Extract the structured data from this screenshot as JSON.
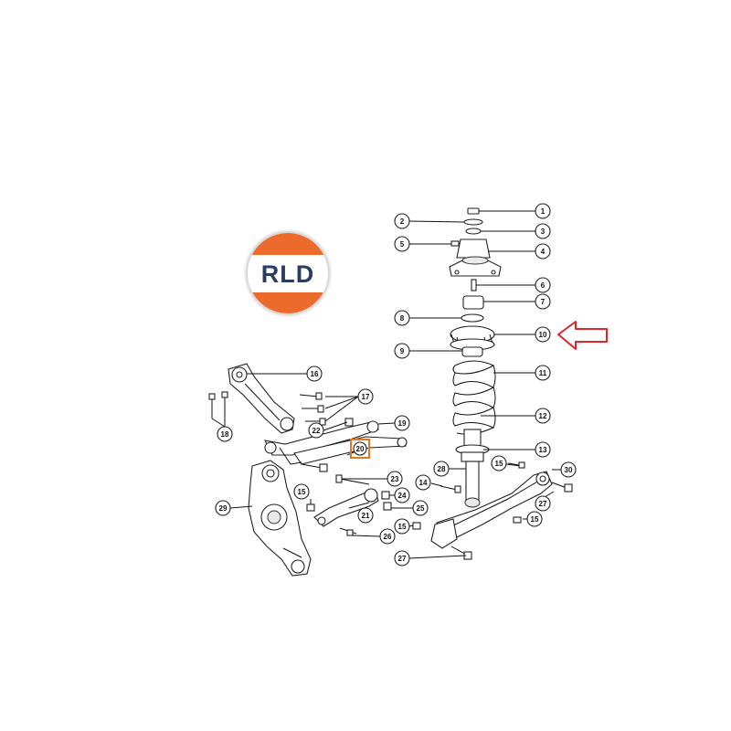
{
  "logo": {
    "text": "RLD",
    "colors": {
      "orange": "#ec6a2c",
      "navy": "#2b3d63",
      "ring": "#d8d8d8"
    }
  },
  "highlight_colors": {
    "arrow": "#e0252a",
    "box": "#e07a1f"
  },
  "callouts": [
    {
      "label": "1"
    },
    {
      "label": "2"
    },
    {
      "label": "3"
    },
    {
      "label": "4"
    },
    {
      "label": "5"
    },
    {
      "label": "6"
    },
    {
      "label": "7"
    },
    {
      "label": "8"
    },
    {
      "label": "9"
    },
    {
      "label": "10"
    },
    {
      "label": "11"
    },
    {
      "label": "12"
    },
    {
      "label": "13"
    },
    {
      "label": "14"
    },
    {
      "label": "15"
    },
    {
      "label": "15"
    },
    {
      "label": "15"
    },
    {
      "label": "15"
    },
    {
      "label": "16"
    },
    {
      "label": "17"
    },
    {
      "label": "18"
    },
    {
      "label": "19"
    },
    {
      "label": "20"
    },
    {
      "label": "21"
    },
    {
      "label": "22"
    },
    {
      "label": "23"
    },
    {
      "label": "24"
    },
    {
      "label": "25"
    },
    {
      "label": "26"
    },
    {
      "label": "27"
    },
    {
      "label": "27"
    },
    {
      "label": "28"
    },
    {
      "label": "29"
    },
    {
      "label": "30"
    }
  ]
}
